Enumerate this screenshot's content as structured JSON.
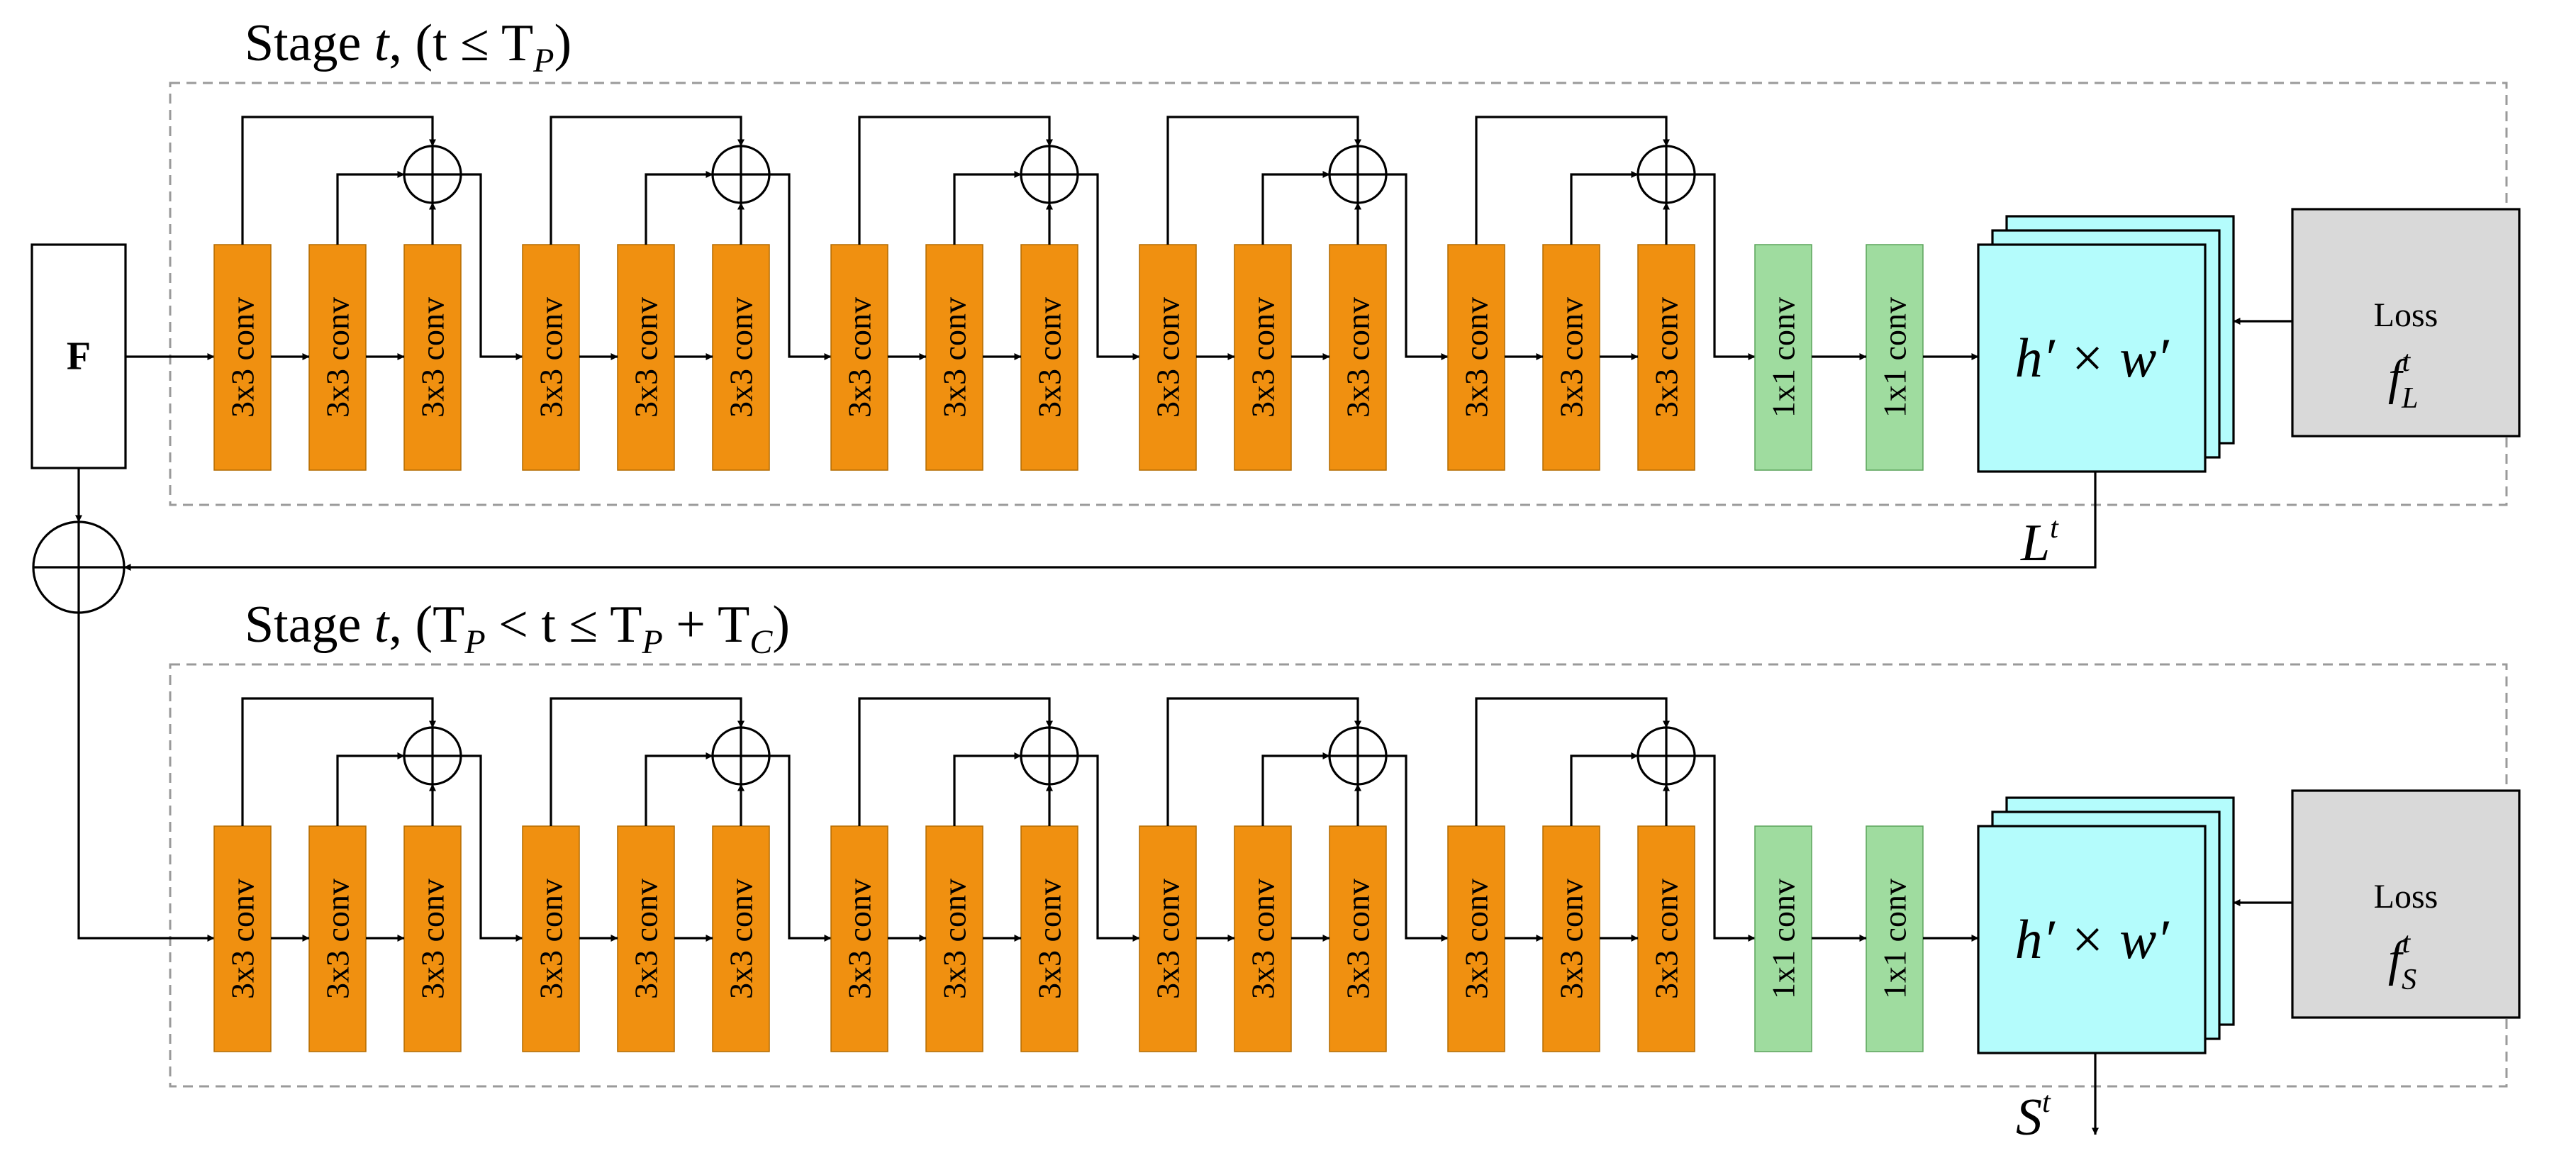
{
  "input_label": "F",
  "colors": {
    "conv3": "#f09010",
    "conv1": "#9fdc9f",
    "feature": "#b4fcfc",
    "loss": "#d9d9d9",
    "stroke": "#000000",
    "dash": "#9a9a9a"
  },
  "icons": {
    "sum": "circled-plus-icon",
    "arrow": "arrowhead-icon"
  },
  "stages": [
    {
      "title_main": "Stage ",
      "title_var": "t",
      "title_cond": ",  (t ≤ T",
      "title_sub1": "P",
      "title_close": ")",
      "blocks": [
        [
          "3x3 conv",
          "3x3 conv",
          "3x3 conv"
        ],
        [
          "3x3 conv",
          "3x3 conv",
          "3x3 conv"
        ],
        [
          "3x3 conv",
          "3x3 conv",
          "3x3 conv"
        ],
        [
          "3x3 conv",
          "3x3 conv",
          "3x3 conv"
        ],
        [
          "3x3 conv",
          "3x3 conv",
          "3x3 conv"
        ]
      ],
      "pointwise": [
        "1x1 conv",
        "1x1 conv"
      ],
      "feature_map": "h′ × w′",
      "loss_title": "Loss",
      "loss_symbol": "f",
      "loss_sup": "t",
      "loss_sub": "L",
      "output_symbol": "L",
      "output_sup": "t"
    },
    {
      "title_main": "Stage ",
      "title_var": "t",
      "title_cond": ",  (T",
      "title_sub1": "P",
      "title_mid": " < t ≤ T",
      "title_sub2": "P",
      "title_mid2": " + T",
      "title_sub3": "C",
      "title_close": ")",
      "blocks": [
        [
          "3x3 conv",
          "3x3 conv",
          "3x3 conv"
        ],
        [
          "3x3 conv",
          "3x3 conv",
          "3x3 conv"
        ],
        [
          "3x3 conv",
          "3x3 conv",
          "3x3 conv"
        ],
        [
          "3x3 conv",
          "3x3 conv",
          "3x3 conv"
        ],
        [
          "3x3 conv",
          "3x3 conv",
          "3x3 conv"
        ]
      ],
      "pointwise": [
        "1x1 conv",
        "1x1 conv"
      ],
      "feature_map": "h′ × w′",
      "loss_title": "Loss",
      "loss_symbol": "f",
      "loss_sup": "t",
      "loss_sub": "S",
      "output_symbol": "S",
      "output_sup": "t"
    }
  ]
}
